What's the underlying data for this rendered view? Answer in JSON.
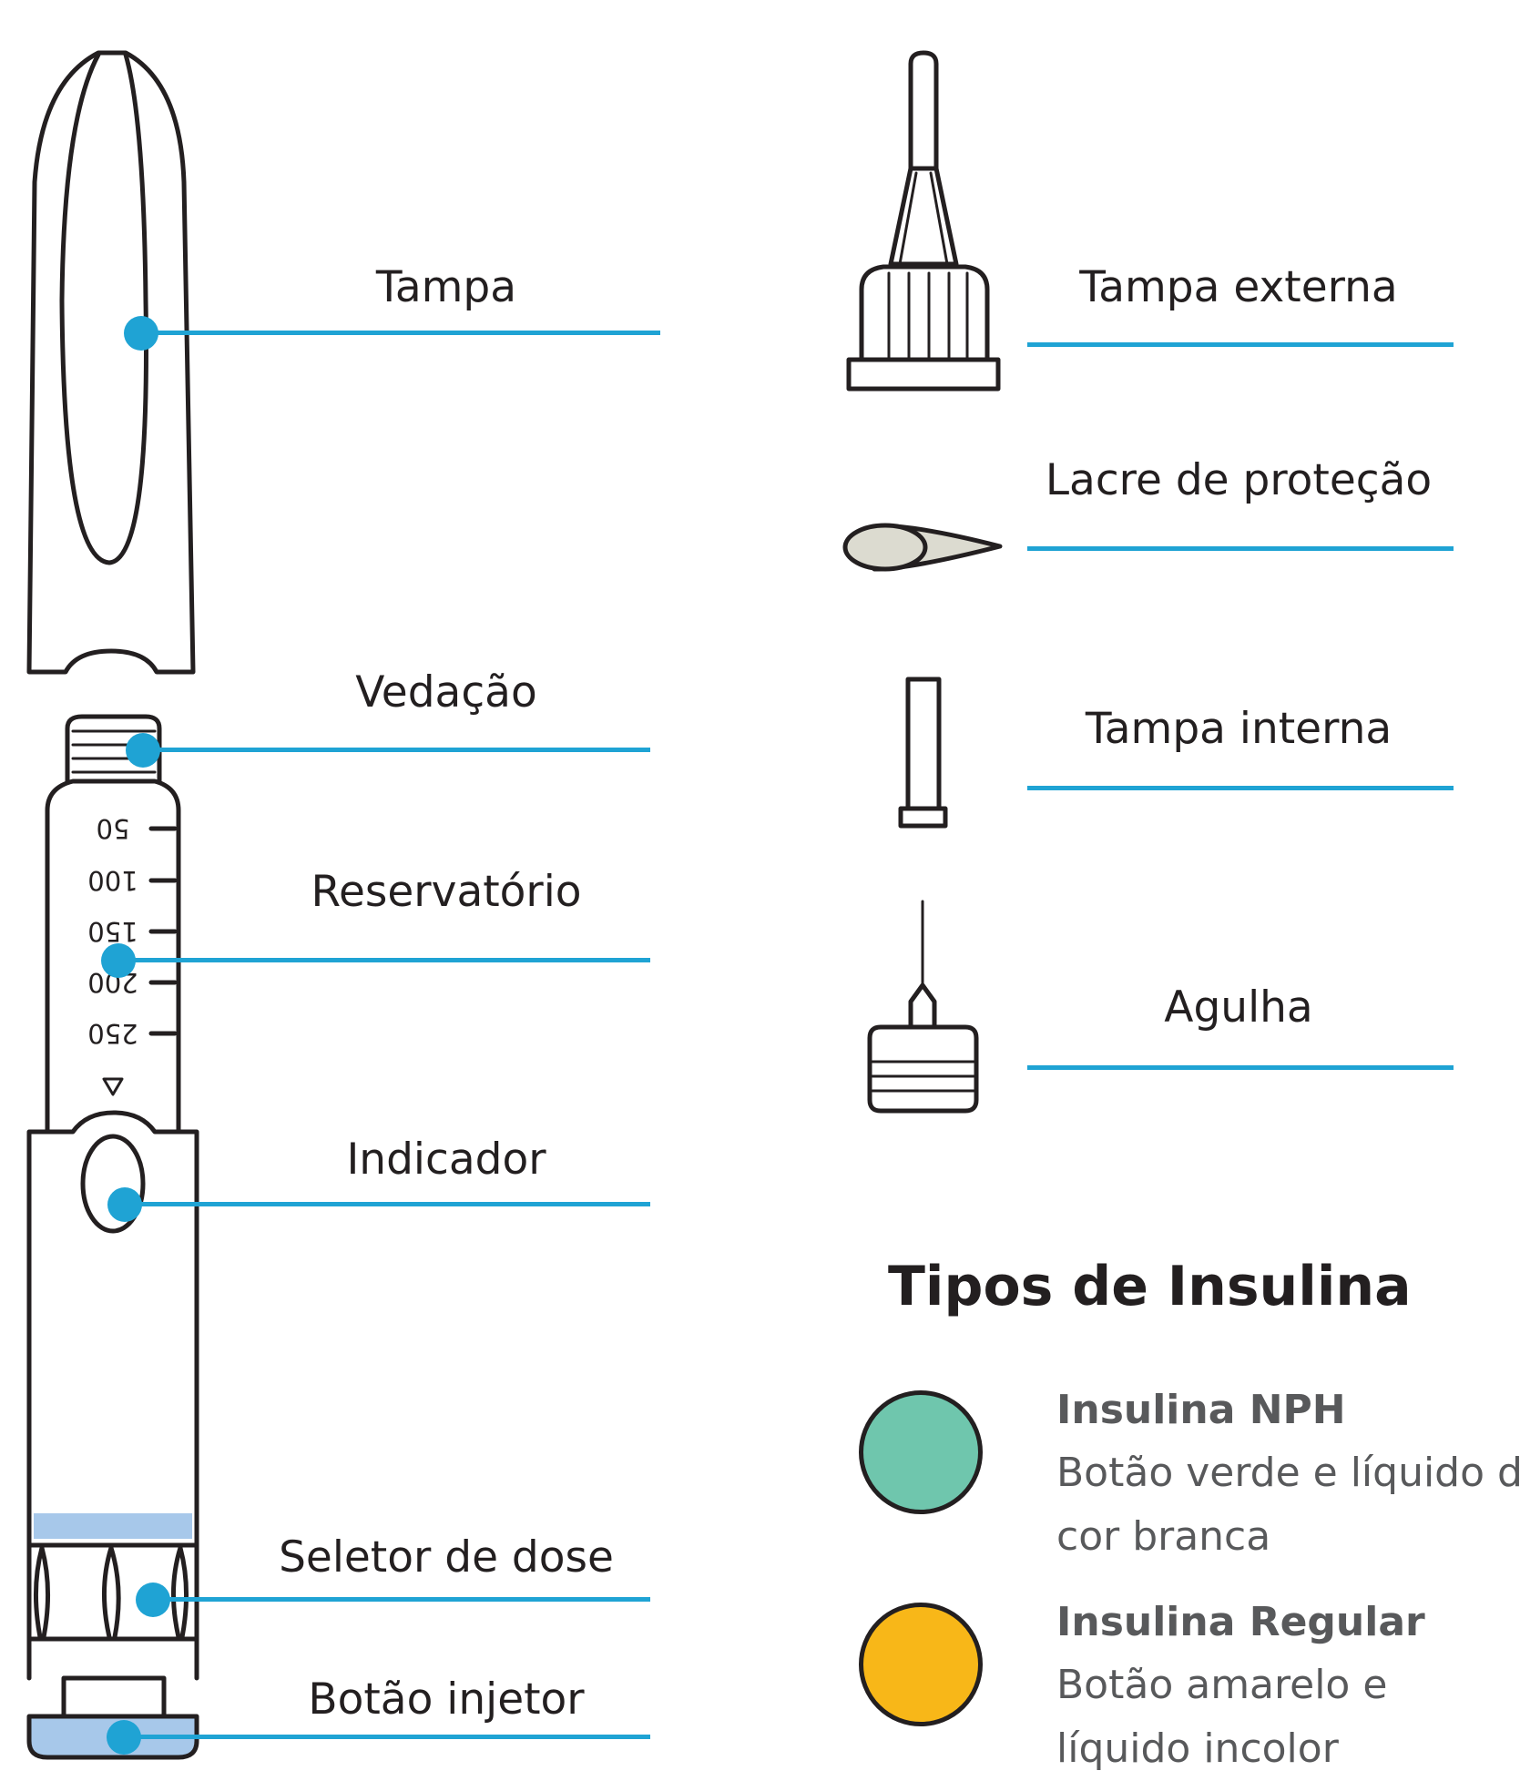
{
  "pen_labels": {
    "tampa": "Tampa",
    "vedacao": "Vedação",
    "reservatorio": "Reservatório",
    "indicador": "Indicador",
    "seletor": "Seletor de dose",
    "botao": "Botão injetor"
  },
  "scale_marks": [
    "50",
    "100",
    "150",
    "200",
    "250"
  ],
  "needle_labels": {
    "tampa_externa": "Tampa externa",
    "lacre": "Lacre de proteção",
    "tampa_interna": "Tampa interna",
    "agulha": "Agulha"
  },
  "insulin_section": {
    "title": "Tipos de Insulina",
    "types": [
      {
        "name": "Insulina NPH",
        "description": "Botão verde e líquido de cor branca",
        "color": "#6fc6ad"
      },
      {
        "name": "Insulina Regular",
        "description": "Botão amarelo e líquido incolor",
        "color": "#f8b718"
      }
    ]
  },
  "colors": {
    "leader": "#1fa3d4",
    "outline": "#231f20",
    "button_fill": "#a7c8ea",
    "seal_fill": "#dcdbd0"
  }
}
